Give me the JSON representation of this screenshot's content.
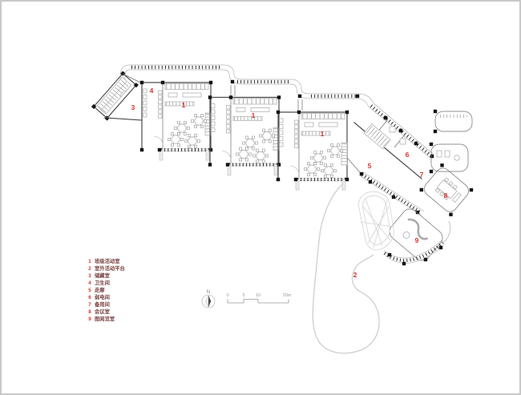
{
  "legend": {
    "items": [
      {
        "num": "1",
        "label": "班级活动室"
      },
      {
        "num": "2",
        "label": "室外活动平台"
      },
      {
        "num": "3",
        "label": "储藏室"
      },
      {
        "num": "4",
        "label": "卫生间"
      },
      {
        "num": "5",
        "label": "走廊"
      },
      {
        "num": "6",
        "label": "弱电间"
      },
      {
        "num": "7",
        "label": "备用间"
      },
      {
        "num": "8",
        "label": "会议室"
      },
      {
        "num": "9",
        "label": "图阅览室"
      }
    ]
  },
  "rooms": {
    "classroom": "1",
    "outdoor_platform": "2",
    "storage": "3",
    "toilet": "4",
    "corridor": "5",
    "low_voltage": "6",
    "spare": "7",
    "meeting": "8",
    "reading": "9"
  },
  "compass": {
    "north_label": "N"
  },
  "scalebar": {
    "ticks": [
      "0",
      "5",
      "10",
      "20m"
    ]
  },
  "colors": {
    "label_red": "#d9342b",
    "legend_text": "#7a4343",
    "wall_gray": "#4d4d4d",
    "outdoor_gray": "#cfcfcf"
  }
}
